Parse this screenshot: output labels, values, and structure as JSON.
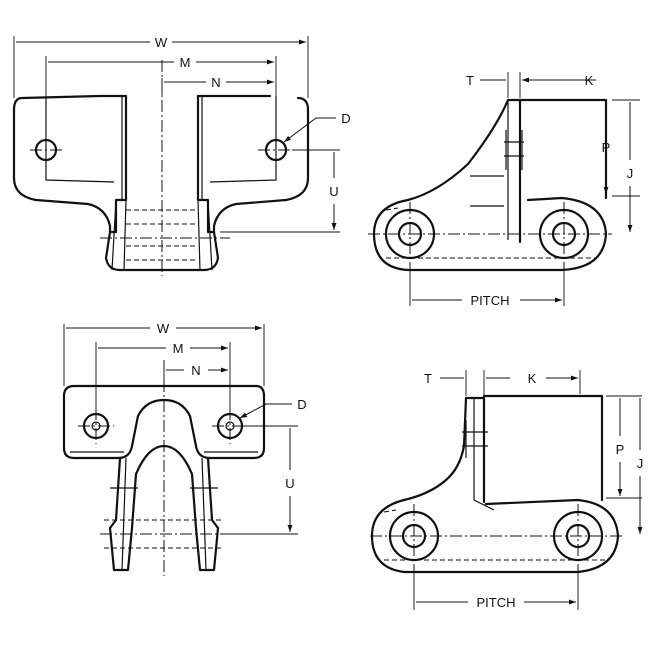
{
  "labels": {
    "w": "W",
    "m": "M",
    "n": "N",
    "d": "D",
    "u": "U",
    "t": "T",
    "k": "K",
    "p": "P",
    "j": "J",
    "pitch": "PITCH"
  }
}
